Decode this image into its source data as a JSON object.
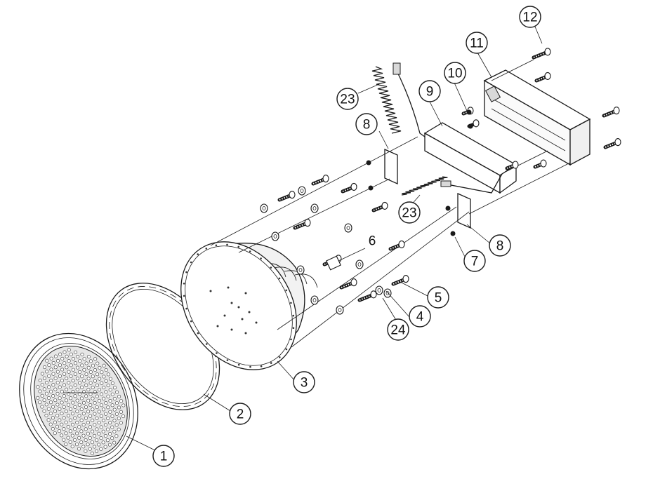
{
  "callouts": {
    "c1": "1",
    "c2": "2",
    "c3": "3",
    "c4": "4",
    "c5": "5",
    "c6": "6",
    "c7": "7",
    "c8a": "8",
    "c8b": "8",
    "c9": "9",
    "c10": "10",
    "c11": "11",
    "c12": "12",
    "c23a": "23",
    "c23b": "23",
    "c24": "24"
  }
}
